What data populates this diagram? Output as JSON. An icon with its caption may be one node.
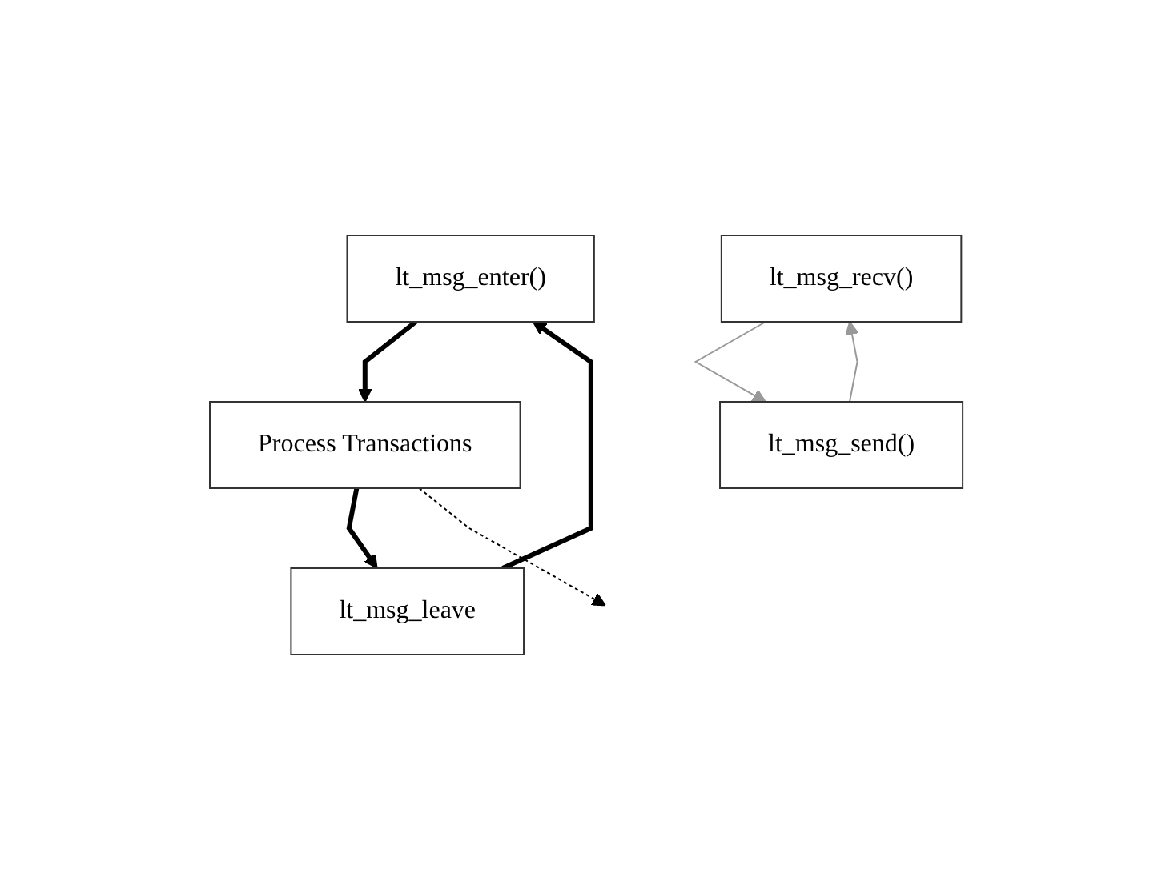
{
  "diagram": {
    "nodes": [
      {
        "text": [
          "lt_msg_enter()"
        ]
      },
      {
        "text": [
          "Process Transactions"
        ]
      },
      {
        "text": [
          "lt_msg_leave"
        ]
      },
      {
        "text": [
          "lt_msg_recv()"
        ]
      },
      {
        "text": [
          "lt_msg_send()"
        ]
      }
    ],
    "edges": [
      {
        "from": 0,
        "to": 1,
        "arrow": "to",
        "style": "thick"
      },
      {
        "from": 1,
        "to": 2,
        "arrow": "to",
        "style": "thick"
      },
      {
        "from": 2,
        "to": 0,
        "arrow": "to",
        "style": "thick"
      },
      {
        "from": 1,
        "to": null,
        "arrow": "to",
        "style": "dashed"
      },
      {
        "from": 3,
        "to": 4,
        "arrow": "to",
        "color": "#999999"
      },
      {
        "from": 4,
        "to": 3,
        "arrow": "to",
        "color": "#999999"
      }
    ]
  }
}
